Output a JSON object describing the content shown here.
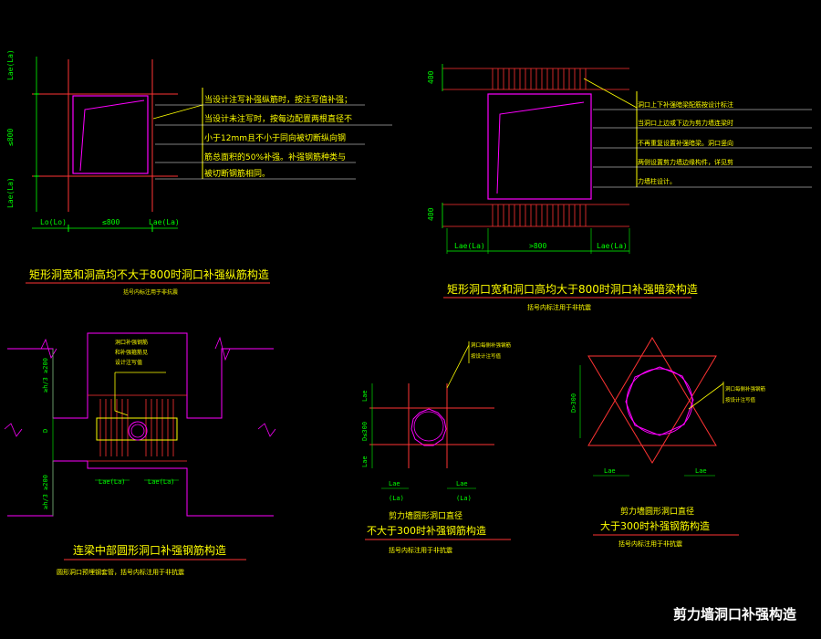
{
  "drawing_title": "剪力墙洞口补强构造",
  "colors": {
    "background": "#000000",
    "wall": "#ff00ff",
    "rebar": "#ff3333",
    "dim": "#00ff00",
    "note": "#ffff00",
    "title": "#ffffff"
  },
  "detail1": {
    "title": "矩形洞宽和洞高均不大于800时洞口补强纵筋构造",
    "subtitle": "括号内标注用于非抗震",
    "dim_top": "Lae(La)",
    "dim_mid": "≤800",
    "dim_bot": "Lae(La)",
    "dim_h_left": "Lo(Lo)",
    "dim_h_mid": "≤800",
    "dim_h_right": "Lae(La)",
    "note_lines": [
      "当设计注写补强纵筋时，按注写值补强；",
      "当设计未注写时，按每边配置两根直径不",
      "小于12mm且不小于同向被切断纵向钢",
      "筋总面积的50%补强。补强钢筋种类与",
      "被切断钢筋相同。"
    ]
  },
  "detail2": {
    "title": "矩形洞口宽和洞口高均大于800时洞口补强暗梁构造",
    "subtitle": "括号内标注用于非抗震",
    "dim_top": "400",
    "dim_bot": "400",
    "dim_h_left": "Lae(La)",
    "dim_h_mid": ">800",
    "dim_h_right": "Lae(La)",
    "note_lines": [
      "洞口上下补强暗梁配筋按设计标注",
      "当洞口上边或下边为剪力墙连梁时",
      "不再重复设置补强暗梁。洞口竖向",
      "两侧设置剪力墙边缘构件，详见剪",
      "力墙柱设计。"
    ]
  },
  "detail3": {
    "title": "连梁中部圆形洞口补强钢筋构造",
    "subtitle": "圆形洞口预埋钢套管，括号内标注用于非抗震",
    "note_lines": [
      "洞口补强钢筋",
      "和补强箍筋见",
      "设计注写值"
    ],
    "dim_v1": "≥h/3 ≥200",
    "dim_v2": "D",
    "dim_v3": "≥h/3 ≥200",
    "dim_h1": "Lae(La)",
    "dim_h2": "Lae(La)"
  },
  "detail4": {
    "title_line1": "剪力墙圆形洞口直径",
    "title_line2": "不大于300时补强钢筋构造",
    "subtitle": "括号内标注用于非抗震",
    "note_lines": [
      "洞口每侧补强钢筋",
      "按设计注写值"
    ],
    "dim_v_top": "Lae",
    "dim_v_mid": "D≤300",
    "dim_v_bot": "Lae",
    "dim_h_left": "Lae",
    "dim_h_left2": "(La)",
    "dim_h_right": "Lae",
    "dim_h_right2": "(La)"
  },
  "detail5": {
    "title_line1": "剪力墙圆形洞口直径",
    "title_line2": "大于300时补强钢筋构造",
    "subtitle": "括号内标注用于非抗震",
    "note_lines": [
      "洞口每侧补强钢筋",
      "按设计注写值"
    ],
    "dim_v": "D>300",
    "dim_h_left": "Lae",
    "dim_h_right": "Lae"
  }
}
